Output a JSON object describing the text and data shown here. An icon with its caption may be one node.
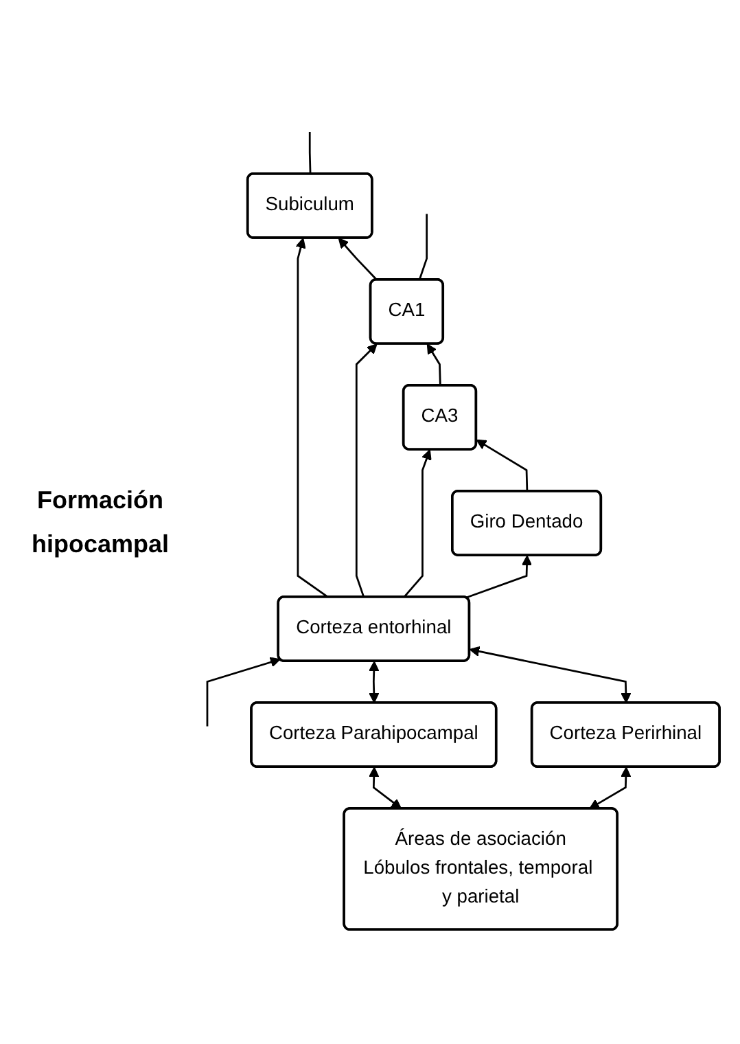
{
  "diagram": {
    "nodes": [
      {
        "text": [
          "Subiculum"
        ]
      },
      {
        "text": [
          "CA1"
        ]
      },
      {
        "text": [
          "CA3"
        ]
      },
      {
        "text": [
          "Giro Dentado"
        ]
      },
      {
        "text": [
          "Corteza entorhinal"
        ]
      },
      {
        "text": [
          "Corteza Perirhinal"
        ]
      },
      {
        "text": [
          "Corteza Parahipocampal"
        ]
      },
      {
        "text": [
          "Áreas de asociación",
          "Lóbulos frontales, temporal y parietal"
        ]
      }
    ],
    "edges": [
      {
        "from": 7,
        "to": 5,
        "arrow": "both"
      },
      {
        "from": 7,
        "to": 6,
        "arrow": "both"
      },
      {
        "from": 5,
        "to": 4,
        "arrow": "both"
      },
      {
        "from": 6,
        "to": 4,
        "arrow": "both"
      },
      {
        "from": 4,
        "to": 3,
        "arrow": "to"
      },
      {
        "from": 3,
        "to": 2,
        "arrow": "to"
      },
      {
        "from": 2,
        "to": 1,
        "arrow": "to"
      },
      {
        "from": 1,
        "to": 0,
        "arrow": "to"
      },
      {
        "from": 4,
        "to": 2,
        "arrow": "to"
      },
      {
        "from": 4,
        "to": 1,
        "arrow": "to"
      },
      {
        "from": 4,
        "to": 0,
        "arrow": "to"
      },
      {
        "from": 0,
        "to": null,
        "arrow": "none"
      },
      {
        "from": 1,
        "to": null,
        "arrow": "none"
      },
      {
        "from": null,
        "to": 4,
        "arrow": "to"
      }
    ],
    "labels": [
      "Formación hipocampal"
    ]
  }
}
